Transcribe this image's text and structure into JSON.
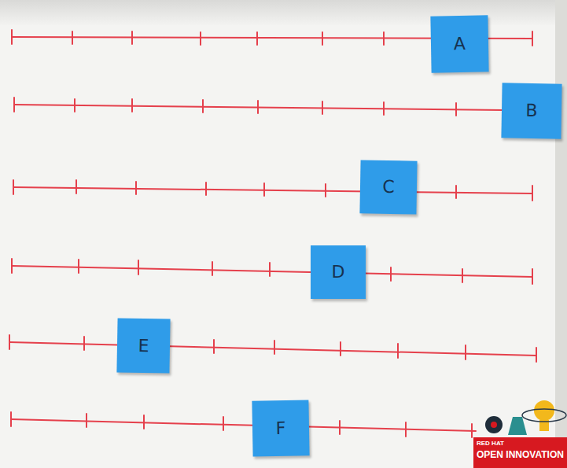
{
  "diagram": {
    "nodes": [
      {
        "text": [
          "A"
        ]
      },
      {
        "text": [
          "B"
        ]
      },
      {
        "text": [
          "C"
        ]
      },
      {
        "text": [
          "D"
        ]
      },
      {
        "text": [
          "E"
        ]
      },
      {
        "text": [
          "F"
        ]
      }
    ],
    "labels": [
      "RED HAT",
      "OPEN INNOVATION"
    ]
  }
}
